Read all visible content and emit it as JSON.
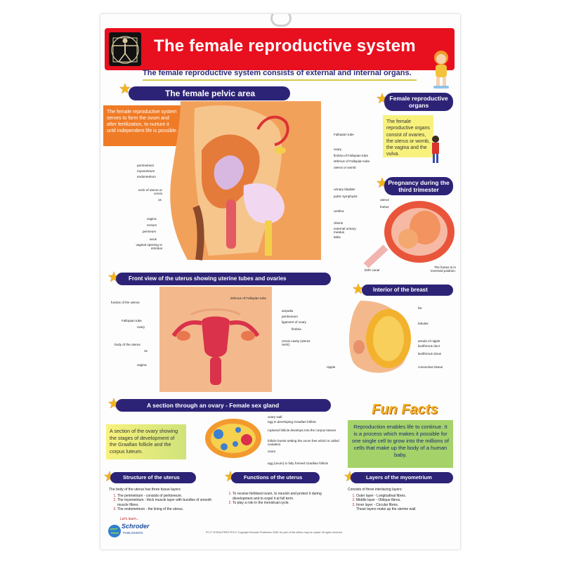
{
  "title": "The female reproductive system",
  "subtitle": "The female reproductive system consists of external and internal organs.",
  "pelvic": {
    "heading": "The female pelvic area",
    "intro": "The female reproductive system serves to form the ovum and after fertilization, to nurture it until independent life is possible.",
    "labels_left": [
      "perimetrium",
      "myometrium",
      "endometrium",
      "neck of uterus or cervix",
      "os",
      "vagina",
      "rectum",
      "perineum",
      "anus",
      "vaginal opening or introitus"
    ],
    "labels_right": [
      "Fallopian tube",
      "ovary",
      "fimbria of Fallopian tube",
      "isthmus of Fallopian tube",
      "uterus or womb",
      "urinary bladder",
      "pubic symphysis",
      "urethra",
      "clitoris",
      "external urinary meatus",
      "labia"
    ]
  },
  "organs": {
    "heading": "Female reproductive organs",
    "text": "The female reproductive organs consist of ovaries, the uterus or womb, the vagina and the vulva."
  },
  "pregnancy": {
    "heading": "Pregnancy during the third trimester",
    "labels": [
      "uterus",
      "foetus",
      "birth canal"
    ],
    "note": "The foetus is in reversed position."
  },
  "front_view": {
    "heading": "Front view of the uterus showing uterine tubes and ovaries",
    "labels_left": [
      "fundus of the uterus",
      "Fallopian tube",
      "ovary",
      "body of the uterus",
      "os",
      "vagina"
    ],
    "labels_right": [
      "isthmus of Fallopian tube",
      "ampulla",
      "peritoneum",
      "ligament of ovary",
      "fimbria",
      "cervix cavity (uterus neck)"
    ]
  },
  "breast": {
    "heading": "Interior of the breast",
    "labels": [
      "fat",
      "lobules",
      "areola of nipple",
      "lactiferous duct",
      "lactiferous sinus",
      "connective tissue",
      "nipple"
    ]
  },
  "ovary": {
    "heading": "A section through an ovary - Female sex gland",
    "text": "A section of the ovary showing the stages of development of the Graafian follicle and the corpus luteum.",
    "labels": [
      "ovary wall",
      "egg in developing Graafian follicle",
      "ruptured follicle develops into the corpus luteum",
      "follicle bursts setting the ovum free which is called ovulation",
      "ovum",
      "egg (ovum) in fully formed Graafian follicle"
    ]
  },
  "fun_facts": {
    "heading": "Fun Facts",
    "text": "Reproduction enables life to continue. It is a process which makes it possible for one single cell to grow into the millions of cells that make up the body of a human baby."
  },
  "structure": {
    "heading": "Structure of the uterus",
    "intro": "The body of the uterus has three tissue layers:",
    "items": [
      "The perimetrium - consists of peritoneum.",
      "The myometrium - thick muscle layer with bundles of smooth muscle fibres.",
      "The endometrium - the lining of the uterus."
    ]
  },
  "functions": {
    "heading": "Functions of the uterus",
    "items": [
      "To receive fertilised ovum, to nourish and protect it during development and to expel it at full term.",
      "To play a role in the menstrual cycle."
    ]
  },
  "myometrium": {
    "heading": "Layers of the myometrium",
    "intro": "Consists of three interlacing layers:",
    "items": [
      "Outer layer - Longitudinal fibres.",
      "Middle layer - Oblique fibres.",
      "Inner layer - Circular fibres."
    ],
    "outro": "These layers make up the uterine wall."
  },
  "logo": {
    "line1": "Let's learn...",
    "line2": "Schroder",
    "line3": "PUBLISHERS"
  },
  "footer": "PC17 SCENA PERS PFA    © Copyright Schroder Publishers 2008. No part of this edition may be copied. All rights reserved.",
  "colors": {
    "red": "#e8101f",
    "navy": "#2d2376",
    "yellow": "#f8f27d",
    "orange": "#f07b26",
    "green": "#a6d26a",
    "star": "#f2b418"
  }
}
